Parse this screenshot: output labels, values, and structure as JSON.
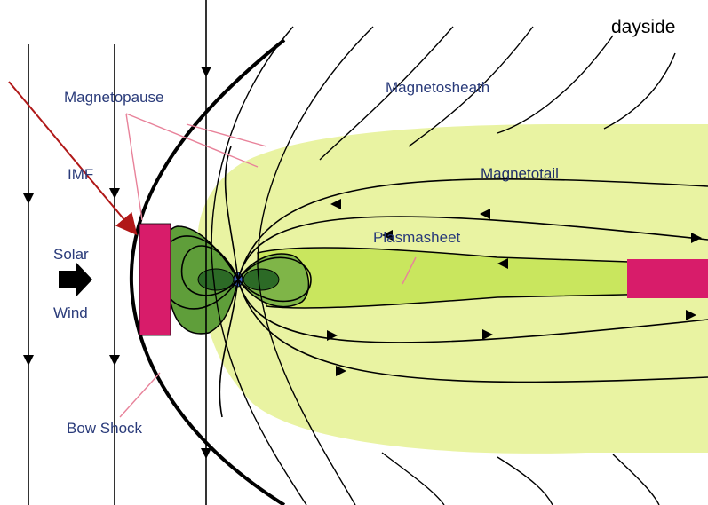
{
  "corner_label": "dayside",
  "labels": {
    "magnetopause": "Magnetopause",
    "magnetosheath": "Magnetosheath",
    "imf": "IMF",
    "magnetotail": "Magnetotail",
    "plasmasheet": "Plasmasheet",
    "solar": "Solar",
    "wind": "Wind",
    "bow_shock": "Bow Shock"
  },
  "colors": {
    "magnetosphere_fill": "#e9f3a2",
    "plasmasheet_fill": "#c9e65e",
    "inner_lobe_fill": "#5f9e3a",
    "core_lobe_fill": "#2c6a26",
    "earth": "#3a5fbf",
    "highlight_box": "#d81c6a",
    "pointer_arrow": "#b01818",
    "label_text": "#2a3b7a"
  }
}
